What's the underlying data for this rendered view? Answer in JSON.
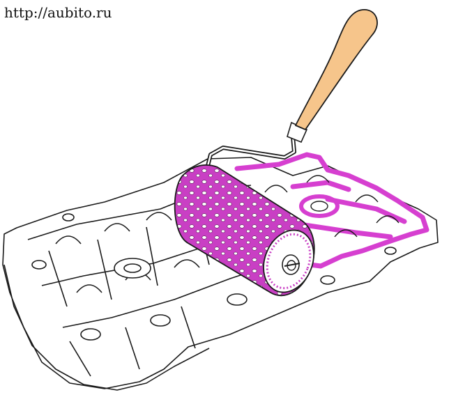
{
  "watermark": {
    "text": "http://aubito.ru"
  },
  "illustration": {
    "subjects": [
      "engine-cylinder-head",
      "paint-roller",
      "sealant-bead"
    ],
    "colors": {
      "line": "#1a1a1a",
      "sealant": "#d63fd0",
      "handle": "#f6c58b",
      "roller": "#c93fc4",
      "background": "#ffffff"
    }
  }
}
